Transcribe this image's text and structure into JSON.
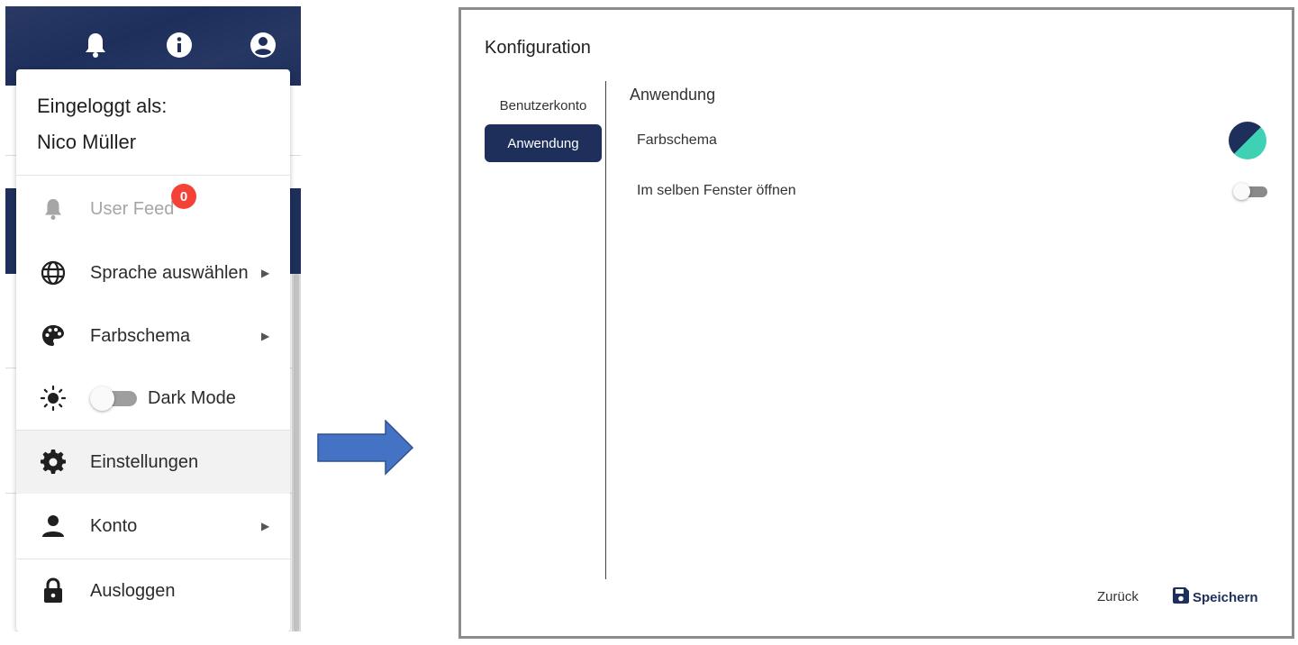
{
  "user_menu": {
    "header_label": "Eingeloggt als:",
    "user_name": "Nico Müller",
    "items": [
      {
        "label": "User Feed",
        "icon": "bell-icon",
        "badge": "0",
        "disabled": true
      },
      {
        "label": "Sprache auswählen",
        "icon": "globe-icon",
        "submenu": true
      },
      {
        "label": "Farbschema",
        "icon": "palette-icon",
        "submenu": true
      },
      {
        "label": "Dark Mode",
        "icon": "sun-icon",
        "toggle": false
      },
      {
        "label": "Einstellungen",
        "icon": "gear-icon",
        "active": true
      },
      {
        "label": "Konto",
        "icon": "person-icon",
        "submenu": true
      },
      {
        "label": "Ausloggen",
        "icon": "lock-icon"
      }
    ]
  },
  "topbar_icons": [
    "bell-icon",
    "info-icon",
    "account-circle-icon"
  ],
  "dialog": {
    "title": "Konfiguration",
    "nav": [
      {
        "label": "Benutzerkonto",
        "selected": false
      },
      {
        "label": "Anwendung",
        "selected": true
      }
    ],
    "section_title": "Anwendung",
    "settings": [
      {
        "label": "Farbschema",
        "control": "color-swatch"
      },
      {
        "label": "Im selben Fenster öffnen",
        "control": "toggle",
        "value": false
      }
    ],
    "buttons": {
      "back": "Zurück",
      "save": "Speichern"
    }
  },
  "colors": {
    "primary": "#1e2f5c",
    "accent": "#3fd1b4",
    "badge": "#f44336",
    "arrow": "#4472c4"
  }
}
